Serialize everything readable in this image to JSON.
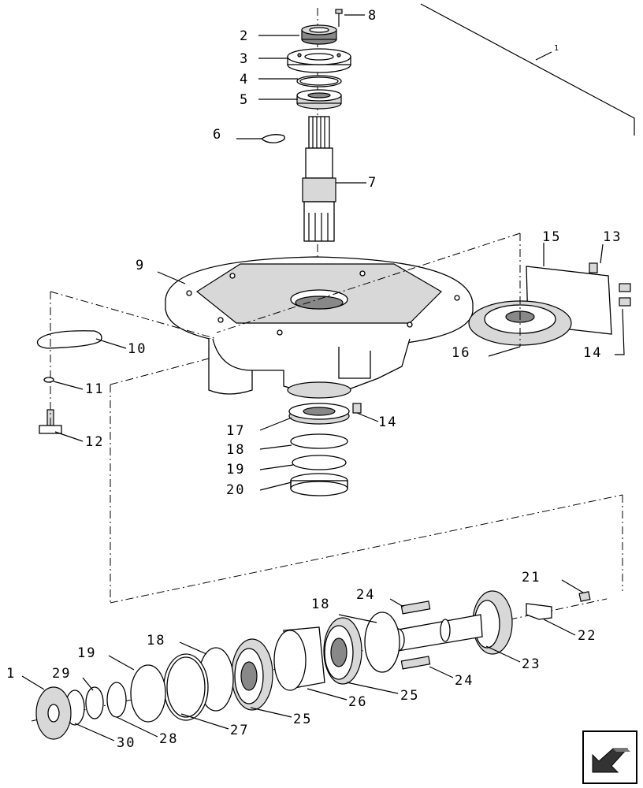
{
  "callouts": {
    "c1_top": "1",
    "c2": "2",
    "c3": "3",
    "c4": "4",
    "c5": "5",
    "c6": "6",
    "c7": "7",
    "c8": "8",
    "c9": "9",
    "c10": "10",
    "c11": "11",
    "c12": "12",
    "c13": "13",
    "c14a": "14",
    "c14b": "14",
    "c15": "15",
    "c16": "16",
    "c17": "17",
    "c18a": "18",
    "c19a": "19",
    "c20": "20",
    "c21": "21",
    "c22": "22",
    "c23": "23",
    "c24a": "24",
    "c24b": "24",
    "c18b": "18",
    "c18c": "18",
    "c19b": "19",
    "c25a": "25",
    "c25b": "25",
    "c26": "26",
    "c27": "27",
    "c28": "28",
    "c29": "29",
    "c30": "30",
    "c1_bottom": "1"
  },
  "nav": {
    "icon": "arrow-back-icon"
  }
}
